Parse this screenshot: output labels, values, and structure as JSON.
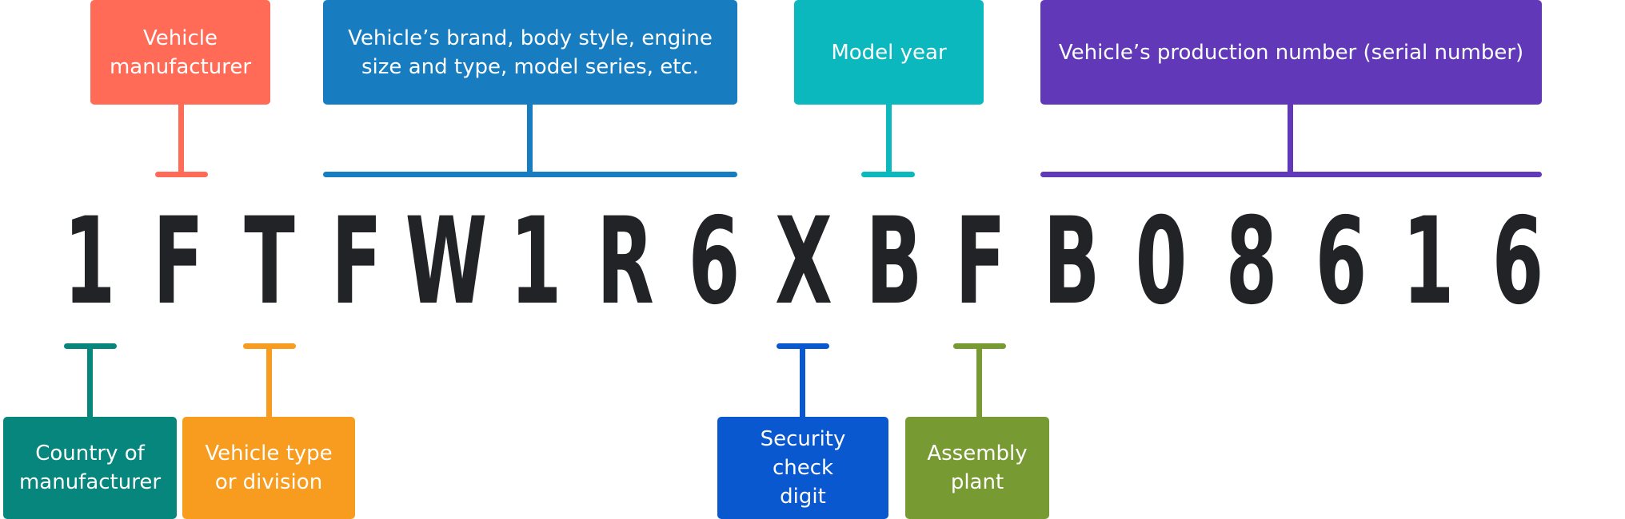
{
  "vin": {
    "characters": [
      "1",
      "F",
      "T",
      "F",
      "W",
      "1",
      "R",
      "6",
      "X",
      "B",
      "F",
      "B",
      "0",
      "8",
      "6",
      "1",
      "6"
    ]
  },
  "labels": {
    "manufacturer": {
      "line1": "Vehicle",
      "line2": "manufacturer",
      "color": "#FF6B57"
    },
    "descriptor": {
      "line1": "Vehicle’s brand, body style, engine",
      "line2": "size and type, model series, etc.",
      "color": "#177DC0"
    },
    "model_year": {
      "line1": "Model year",
      "color": "#0BB8BD"
    },
    "serial": {
      "line1": "Vehicle’s production number (serial number)",
      "color": "#6038B8"
    },
    "country": {
      "line1": "Country of",
      "line2": "manufacturer",
      "color": "#07867E"
    },
    "vehicle_type": {
      "line1": "Vehicle type",
      "line2": "or division",
      "color": "#F79C1F"
    },
    "check_digit": {
      "line1": "Security check",
      "line2": "digit",
      "color": "#0A58D0"
    },
    "assembly_plant": {
      "line1": "Assembly",
      "line2": "plant",
      "color": "#789A33"
    }
  }
}
